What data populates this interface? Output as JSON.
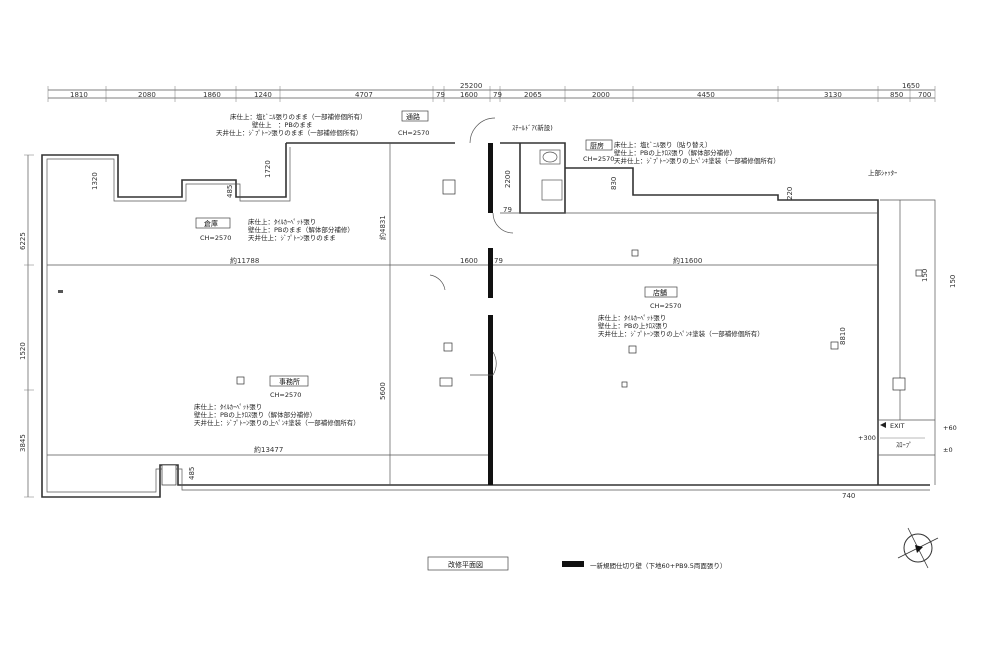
{
  "dimensions": {
    "overall": "25200",
    "overall_right": "1650",
    "segments": [
      "1810",
      "2080",
      "1860",
      "1240",
      "4707",
      "79",
      "1600",
      "79",
      "2065",
      "2000",
      "4450",
      "3130",
      "850",
      "700"
    ],
    "left_vertical": [
      "6225",
      "1520",
      "3845"
    ],
    "inner": {
      "d1320": "1320",
      "d485a": "485",
      "d1720": "1720",
      "d2200": "2200",
      "d79": "79",
      "d830": "830",
      "d220": "220",
      "d4831": "約4831",
      "d11788": "約11788",
      "d1600": "1600",
      "d79b": "79",
      "d11600": "約11600",
      "d5600": "5600",
      "d8810": "8810",
      "d13477": "約13477",
      "d485b": "485",
      "d740": "740",
      "d150a": "150",
      "d150b": "150"
    }
  },
  "rooms": {
    "aisle": {
      "name": "通路",
      "floor": "床仕上：塩ﾋﾞﾆﾙ張りのまま（一部補修個所有）",
      "wall": "壁仕上　：PBのまま",
      "ceiling": "天井仕上：ｼﾞﾌﾟﾄｰﾝ張りのまま（一部補修個所有）",
      "ch": "CH=2570"
    },
    "kitchen": {
      "name": "厨房",
      "ch": "CH=2570",
      "floor": "床仕上：塩ﾋﾞﾆﾙ張り（貼り替え）",
      "wall": "壁仕上：PBの上ｸﾛｽ張り（解体部分補修）",
      "ceiling": "天井仕上：ｼﾞﾌﾟﾄｰﾝ張りの上ﾍﾟﾝｷ塗装（一部補修個所有）"
    },
    "storage": {
      "name": "倉庫",
      "ch": "CH=2570",
      "floor": "床仕上：ﾀｲﾙｶｰﾍﾟｯﾄ張り",
      "wall": "壁仕上：PBのまま（解体部分補修）",
      "ceiling": "天井仕上：ｼﾞﾌﾟﾄｰﾝ張りのまま"
    },
    "store": {
      "name": "店舗",
      "ch": "CH=2570",
      "floor": "床仕上：ﾀｲﾙｶｰﾍﾟｯﾄ張り",
      "wall": "壁仕上：PBの上ｸﾛｽ張り",
      "ceiling": "天井仕上：ｼﾞﾌﾟﾄｰﾝ張りの上ﾍﾟﾝｷ塗装（一部補修個所有）"
    },
    "office": {
      "name": "事務所",
      "ch": "CH=2570",
      "floor": "床仕上：ﾀｲﾙｶｰﾍﾟｯﾄ張り",
      "wall": "壁仕上：PBの上ｸﾛｽ張り（解体部分補修）",
      "ceiling": "天井仕上：ｼﾞﾌﾟﾄｰﾝ張りの上ﾍﾟﾝｷ塗装（一部補修個所有）"
    }
  },
  "notes": {
    "steel_door": "ｽﾁｰﾙﾄﾞｱ(新設)",
    "shutter": "上部ｼｬｯﾀｰ",
    "exit": "EXIT",
    "slope": "ｽﾛｰﾌﾟ",
    "plus300": "+300",
    "plus60": "+60",
    "pm0": "±0"
  },
  "title": "改修平面図",
  "legend": "一新規間仕切り壁（下地60+PB9.5両面張り）"
}
